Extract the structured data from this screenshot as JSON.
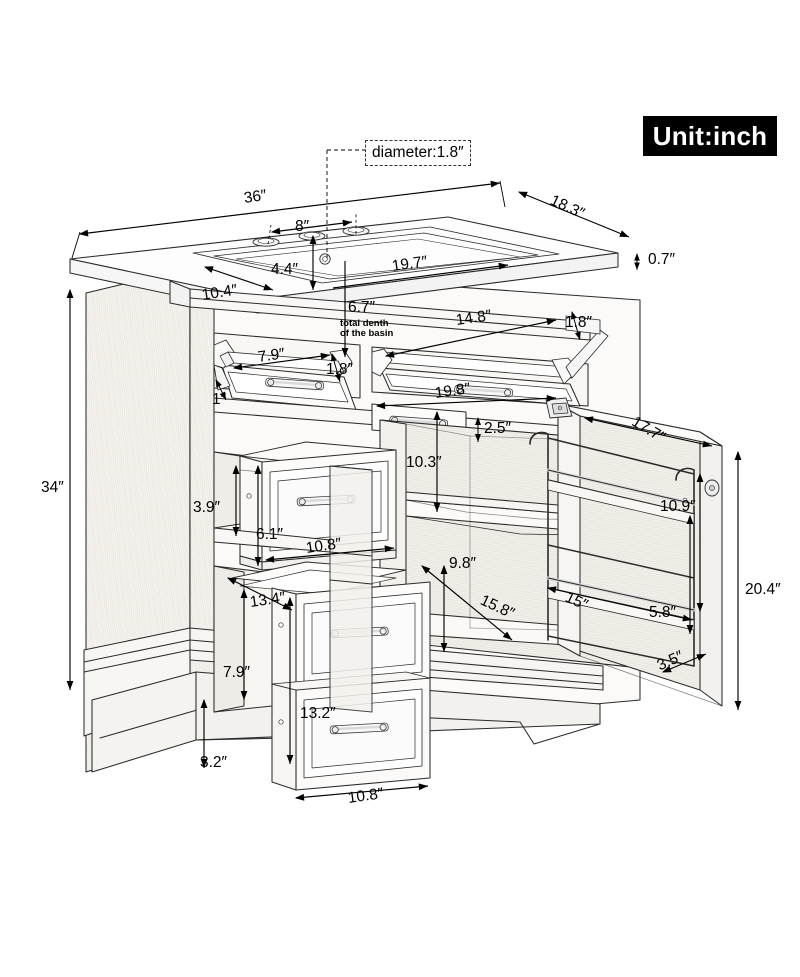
{
  "badge": {
    "label": "Unit:inch"
  },
  "callouts": [
    {
      "id": "basin-hole-diameter",
      "text": "diameter:1.8″"
    }
  ],
  "notes": [
    {
      "id": "basin-depth-note",
      "line1": "total denth",
      "line2": "of the basin"
    }
  ],
  "dimensions": {
    "overall_width": "36″",
    "overall_depth": "18.3″",
    "overall_height": "34″",
    "countertop_thickness": "0.7″",
    "faucet_hole_spacing": "8″",
    "basin_inner_width": "19.7″",
    "basin_inner_depth_front": "4.4″",
    "basin_diagonal": "10.4″",
    "basin_total_depth": "6.7″",
    "tilt_drawer_left_width": "7.9″",
    "tilt_drawer_left_height": "1.8″",
    "tilt_drawer_left_edge": "1″",
    "tilt_drawer_right_width": "14.8″",
    "tilt_drawer_right_height": "1.8″",
    "cabinet_opening_width": "19.8″",
    "cabinet_opening_upper_height": "10.3″",
    "shelf_lip_height": "2.5″",
    "door_width": "17.7″",
    "door_rack_height": "10.9″",
    "door_height": "20.4″",
    "top_drawer_interior_height": "3.9″",
    "top_drawer_face_height": "6.1″",
    "top_drawer_width": "10.8″",
    "cabinet_opening_lower_height": "9.8″",
    "cabinet_interior_depth": "15.8″",
    "door_rack_length": "15″",
    "door_rack_lower_height": "5.8″",
    "door_rack_depth": "3.5″",
    "mid_drawer_depth": "13.4″",
    "lower_drawer_interior_height": "7.9″",
    "lower_drawer_face_height": "13.2″",
    "base_plinth_height": "3.2″",
    "lower_drawer_width": "10.8″"
  },
  "colors": {
    "line": "#2b2b2b",
    "dimension": "#000000",
    "panel_fill": "#fdfdfd",
    "panel_shade": "#f4f4f4",
    "wood_shade": "#f0eeea",
    "badge_bg": "#000000",
    "badge_fg": "#ffffff"
  }
}
